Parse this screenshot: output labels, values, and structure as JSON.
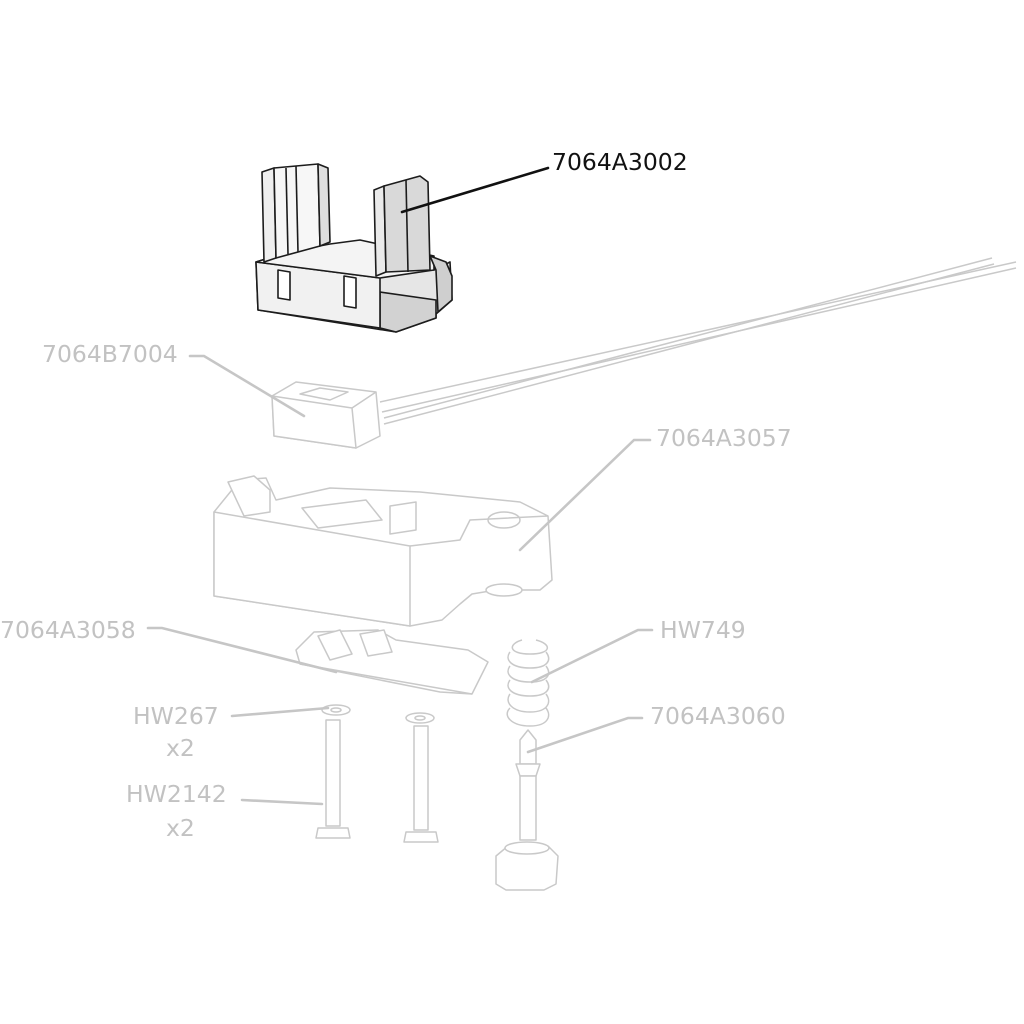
{
  "labels": {
    "cradle": "7064A3002",
    "sensor": "7064B7004",
    "housing": "7064A3057",
    "lever": "7064A3058",
    "spring": "HW749",
    "plunger": "7064A3060",
    "washer": "HW267",
    "washer_qty": "x2",
    "screw": "HW2142",
    "screw_qty": "x2"
  },
  "colors": {
    "active": "#111111",
    "inactive": "#c2c2c2",
    "background": "#ffffff"
  }
}
